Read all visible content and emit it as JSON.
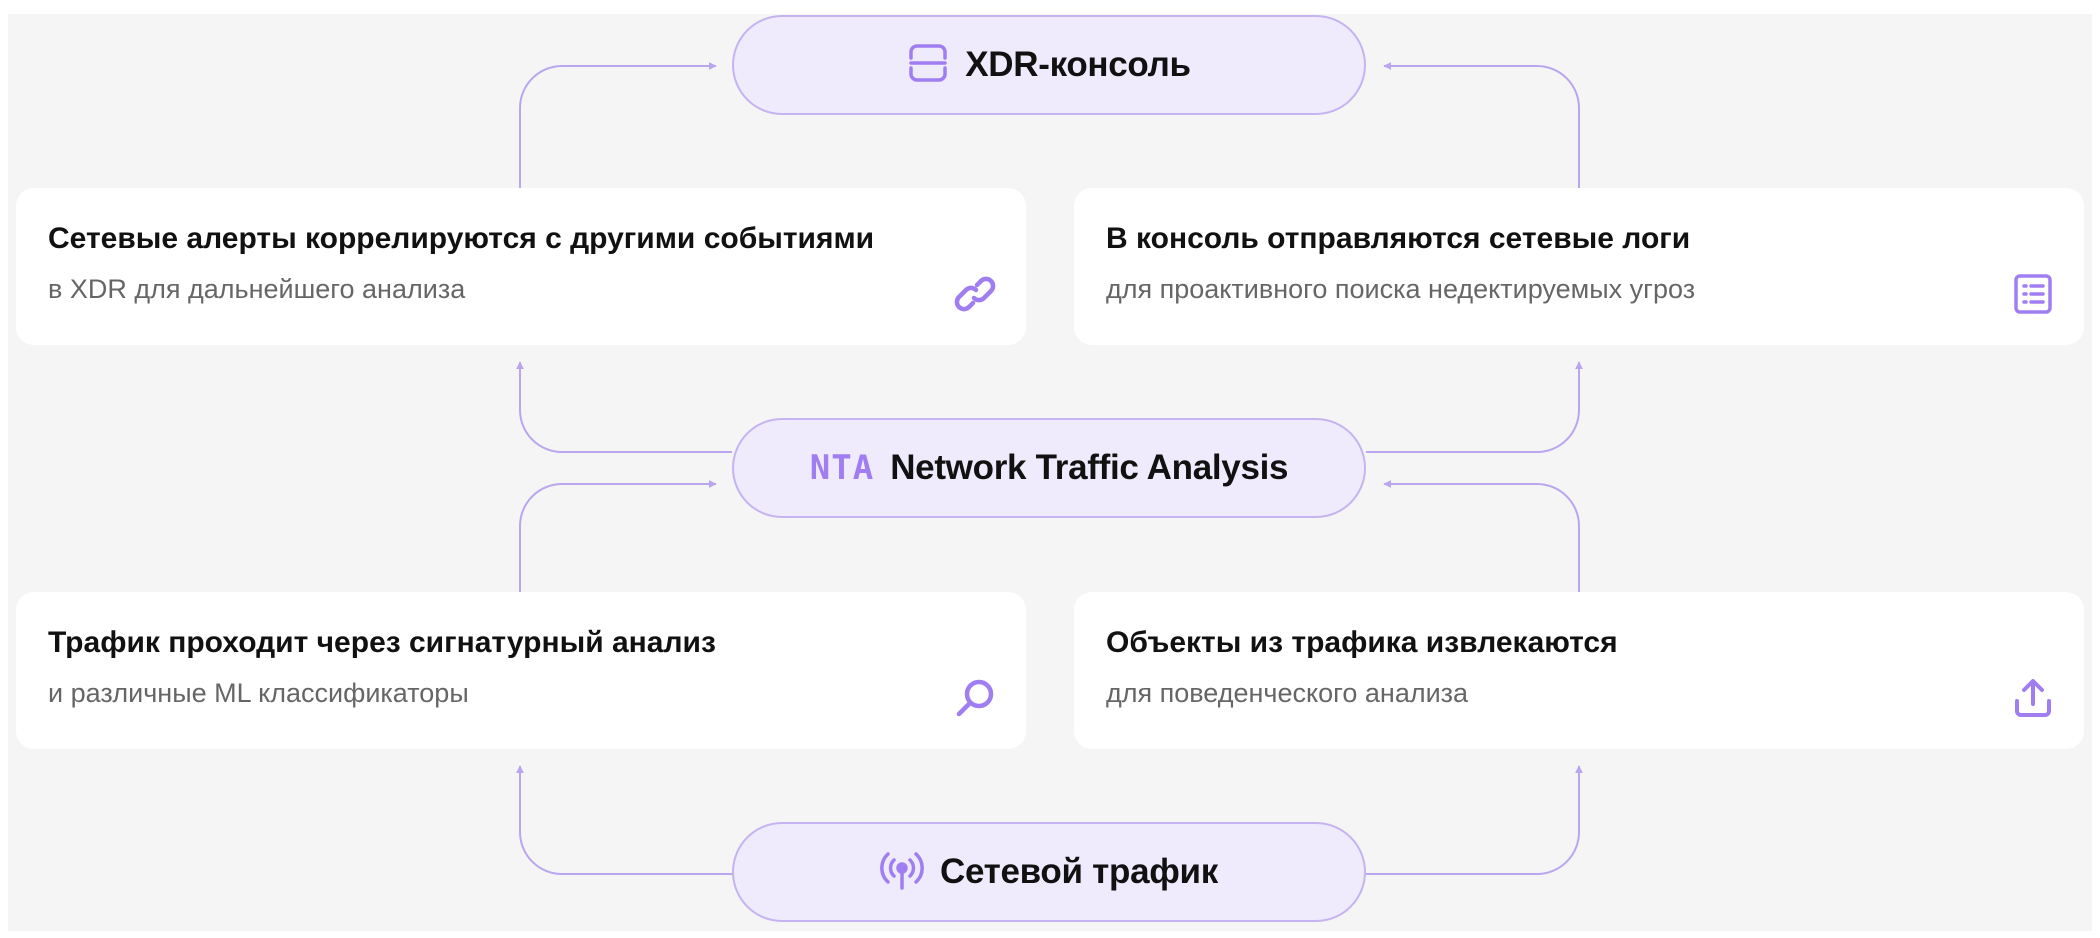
{
  "nodes": {
    "console": {
      "title": "XDR-консоль",
      "icon": "console-icon"
    },
    "nta": {
      "badge": "NTA",
      "title": "Network Traffic Analysis"
    },
    "traffic": {
      "title": "Сетевой трафик",
      "icon": "signal-broadcast-icon"
    }
  },
  "cards": {
    "alerts": {
      "title": "Сетевые алерты коррелируются с другими событиями",
      "subtitle": "в XDR для дальнейшего анализа",
      "icon": "link-icon"
    },
    "logs": {
      "title": "В консоль отправляются сетевые логи",
      "subtitle": "для проактивного поиска недектируемых угроз",
      "icon": "document-list-icon"
    },
    "signature": {
      "title": "Трафик проходит через сигнатурный анализ",
      "subtitle": "и различные ML классификаторы",
      "icon": "search-icon"
    },
    "objects": {
      "title": "Объекты из трафика извлекаются",
      "subtitle": "для поведенческого анализа",
      "icon": "upload-icon"
    }
  },
  "colors": {
    "accent": "#a07ef2",
    "pill_fill": "#efebfd",
    "pill_border": "#c5b3f2",
    "line": "#b9a6ef",
    "canvas": "#f5f5f5"
  }
}
